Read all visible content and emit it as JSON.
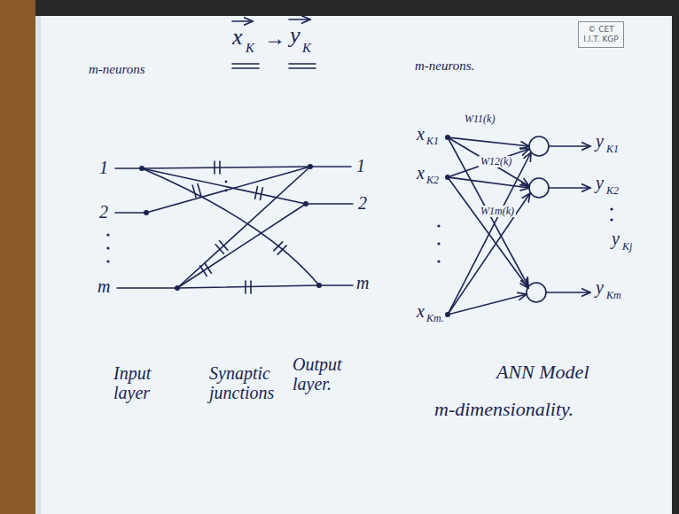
{
  "diagram": {
    "nodes": [
      {
        "text": [
          "© CET",
          "I.I.T. KGP"
        ]
      }
    ],
    "labels": [
      "x",
      "K",
      "→",
      "y",
      "K",
      "m-neurons",
      "m-neurons.",
      "1",
      "2",
      "m",
      "1",
      "2",
      "m",
      "Input layer",
      "Synaptic junctions",
      "Output layer.",
      "x",
      "K1",
      "x",
      "K2",
      "x",
      "Km.",
      "W11(k)",
      "W12(k)",
      "W1m(k)",
      "y",
      "K1",
      "y",
      "K2",
      "y",
      "Kj",
      "y",
      "Km",
      "ANN Model",
      "m-dimensionality."
    ]
  }
}
